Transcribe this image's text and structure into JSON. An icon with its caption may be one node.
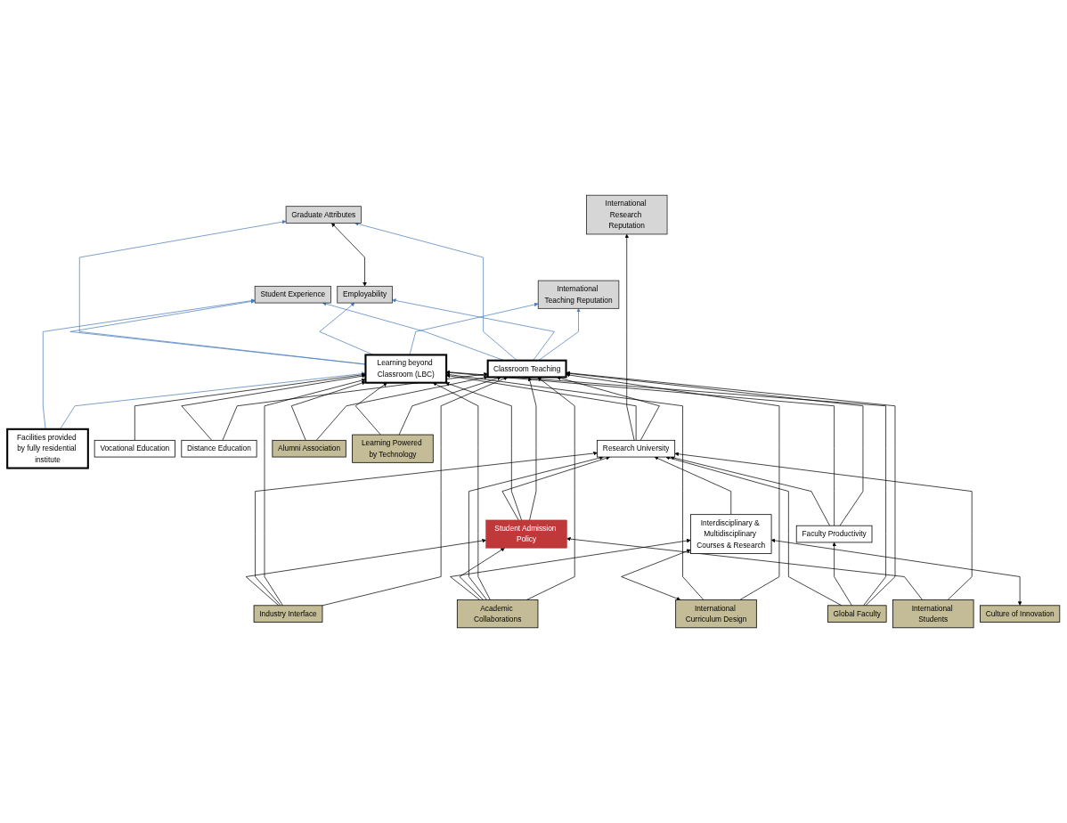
{
  "diagram": {
    "nodes": [
      {
        "text": [
          "International Research Reputation"
        ]
      },
      {
        "text": [
          "International Teaching Reputation"
        ]
      },
      {
        "text": [
          "Employability"
        ]
      },
      {
        "text": [
          "Graduate Attributes"
        ]
      },
      {
        "text": [
          "Classroom Teaching"
        ]
      },
      {
        "text": [
          "Learning beyond Classroom (LBC)"
        ]
      },
      {
        "text": [
          "Facilities provided by fully residential institute"
        ]
      },
      {
        "text": [
          "Vocational Education"
        ]
      },
      {
        "text": [
          "Student Experience"
        ]
      },
      {
        "text": [
          "Distance Education"
        ]
      },
      {
        "text": [
          "Faculty Productivity"
        ]
      },
      {
        "text": [
          "Research University"
        ]
      },
      {
        "text": [
          "Student Admission Policy"
        ]
      },
      {
        "text": [
          "Alumni Association"
        ]
      },
      {
        "text": [
          "Global Faculty"
        ]
      },
      {
        "text": [
          "Interdisciplinary & Multidisciplinary Courses & Research"
        ]
      },
      {
        "text": [
          "International Students"
        ]
      },
      {
        "text": [
          "Industry Interface"
        ]
      },
      {
        "text": [
          "International Curriculum Design"
        ]
      },
      {
        "text": [
          "Culture of Innovation"
        ]
      },
      {
        "text": [
          "Academic Collaborations"
        ]
      },
      {
        "text": [
          "Learning Powered by Technology"
        ]
      }
    ],
    "edges": [
      {
        "from": 2,
        "to": 3,
        "arrow": "both"
      },
      {
        "from": 4,
        "to": 1,
        "arrow": "to",
        "color": "#4a7ebb"
      },
      {
        "from": 4,
        "to": 2,
        "arrow": "to",
        "color": "#4a7ebb"
      },
      {
        "from": 4,
        "to": 3,
        "arrow": "to",
        "color": "#4a7ebb"
      },
      {
        "from": 5,
        "to": 1,
        "arrow": "to",
        "color": "#4a7ebb"
      },
      {
        "from": 5,
        "to": 2,
        "arrow": "to",
        "color": "#4a7ebb"
      },
      {
        "from": 5,
        "to": 3,
        "arrow": "to",
        "color": "#4a7ebb"
      },
      {
        "from": 6,
        "to": 5,
        "arrow": "to",
        "color": "#4a7ebb"
      },
      {
        "from": 4,
        "to": 8,
        "arrow": "to",
        "color": "#4a7ebb"
      },
      {
        "from": 5,
        "to": 8,
        "arrow": "to",
        "color": "#4a7ebb"
      },
      {
        "from": 6,
        "to": 8,
        "arrow": "to",
        "color": "#4a7ebb"
      },
      {
        "from": 7,
        "to": 5,
        "arrow": "to"
      },
      {
        "from": 9,
        "to": 4,
        "arrow": "to"
      },
      {
        "from": 9,
        "to": 5,
        "arrow": "to"
      },
      {
        "from": 10,
        "to": 4,
        "arrow": "to"
      },
      {
        "from": 10,
        "to": 5,
        "arrow": "to"
      },
      {
        "from": 11,
        "to": 4,
        "arrow": "to"
      },
      {
        "from": 11,
        "to": 5,
        "arrow": "to"
      },
      {
        "from": 12,
        "to": 4,
        "arrow": "to"
      },
      {
        "from": 12,
        "to": 5,
        "arrow": "to"
      },
      {
        "from": 13,
        "to": 4,
        "arrow": "to"
      },
      {
        "from": 13,
        "to": 5,
        "arrow": "to"
      },
      {
        "from": 14,
        "to": 4,
        "arrow": "to"
      },
      {
        "from": 14,
        "to": 5,
        "arrow": "to"
      },
      {
        "from": 18,
        "to": 4,
        "arrow": "to"
      },
      {
        "from": 18,
        "to": 5,
        "arrow": "to"
      },
      {
        "from": 17,
        "to": 4,
        "arrow": "to"
      },
      {
        "from": 17,
        "to": 5,
        "arrow": "to"
      },
      {
        "from": 21,
        "to": 4,
        "arrow": "to"
      },
      {
        "from": 21,
        "to": 5,
        "arrow": "to"
      },
      {
        "from": 20,
        "to": 4,
        "arrow": "to"
      },
      {
        "from": 20,
        "to": 5,
        "arrow": "to"
      },
      {
        "from": 10,
        "to": 11,
        "arrow": "to"
      },
      {
        "from": 12,
        "to": 11,
        "arrow": "to"
      },
      {
        "from": 11,
        "to": 0,
        "arrow": "to"
      },
      {
        "from": 14,
        "to": 10,
        "arrow": "to"
      },
      {
        "from": 14,
        "to": 11,
        "arrow": "to"
      },
      {
        "from": 15,
        "to": 11,
        "arrow": "to"
      },
      {
        "from": 16,
        "to": 11,
        "arrow": "to"
      },
      {
        "from": 16,
        "to": 12,
        "arrow": "to"
      },
      {
        "from": 17,
        "to": 11,
        "arrow": "to"
      },
      {
        "from": 17,
        "to": 12,
        "arrow": "to"
      },
      {
        "from": 20,
        "to": 11,
        "arrow": "to"
      },
      {
        "from": 20,
        "to": 12,
        "arrow": "to"
      },
      {
        "from": 18,
        "to": 15,
        "arrow": "both"
      },
      {
        "from": 19,
        "to": 15,
        "arrow": "both"
      },
      {
        "from": 20,
        "to": 15,
        "arrow": "to"
      }
    ]
  }
}
